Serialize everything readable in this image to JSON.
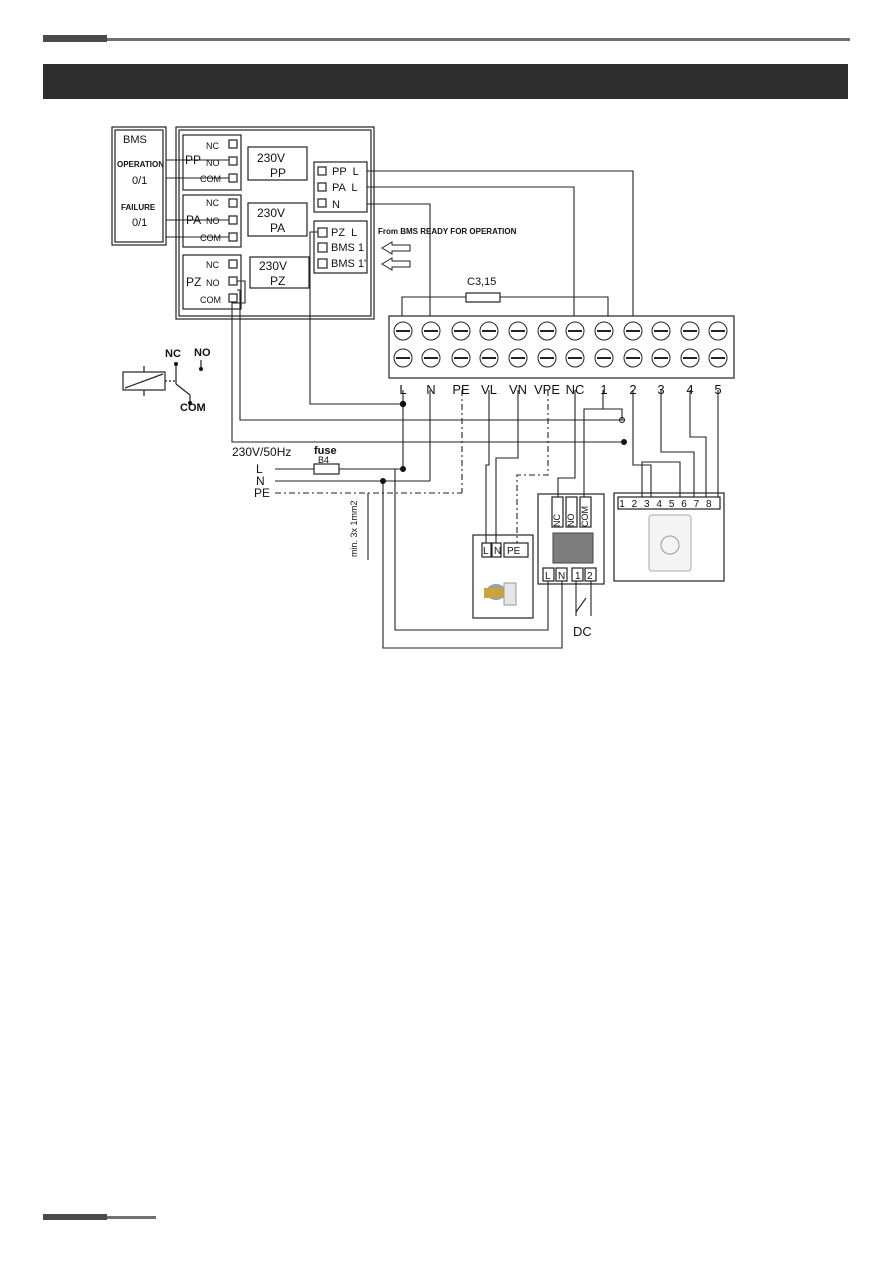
{
  "page": {
    "title_bar_text": ""
  },
  "bms": {
    "title": "BMS",
    "operation_label": "OPERATION",
    "operation_value": "0/1",
    "failure_label": "FAILURE",
    "failure_value": "0/1"
  },
  "relays": [
    {
      "name": "PP",
      "contacts": [
        "NC",
        "NO",
        "COM"
      ],
      "voltage": "230V",
      "label": "PP"
    },
    {
      "name": "PA",
      "contacts": [
        "NC",
        "NO",
        "COM"
      ],
      "voltage": "230V",
      "label": "PA"
    },
    {
      "name": "PZ",
      "contacts": [
        "NC",
        "NO",
        "COM"
      ],
      "voltage": "230V",
      "label": "PZ"
    }
  ],
  "relay_terminals": [
    "PP  L",
    "PA  L",
    "N"
  ],
  "bms_terminals": [
    "PZ  L",
    "BMS 1",
    "BMS 1'"
  ],
  "bms_ready_note": "From BMS READY FOR OPERATION",
  "capacitor_label": "C3,15",
  "terminal_strip": [
    "L",
    "N",
    "PE",
    "VL",
    "VN",
    "VPE",
    "NC",
    "1",
    "2",
    "3",
    "4",
    "5"
  ],
  "relay_symbol": {
    "nc": "NC",
    "no": "NO",
    "com": "COM"
  },
  "supply": {
    "voltage": "230V/50Hz",
    "fuse_label": "fuse",
    "fuse_rating": "B4",
    "lines": [
      "L",
      "N",
      "PE"
    ],
    "cable_note": "min. 3x 1mm2"
  },
  "valve_terminals": [
    "L",
    "N",
    "PE"
  ],
  "pressure_switch": {
    "contacts": [
      "NC",
      "NO",
      "COM"
    ],
    "supply_terminals": [
      "L",
      "N",
      "1",
      "2"
    ],
    "dc_label": "DC"
  },
  "controller_terminals": [
    "1",
    "2",
    "3",
    "4",
    "5",
    "6",
    "7",
    "8"
  ]
}
